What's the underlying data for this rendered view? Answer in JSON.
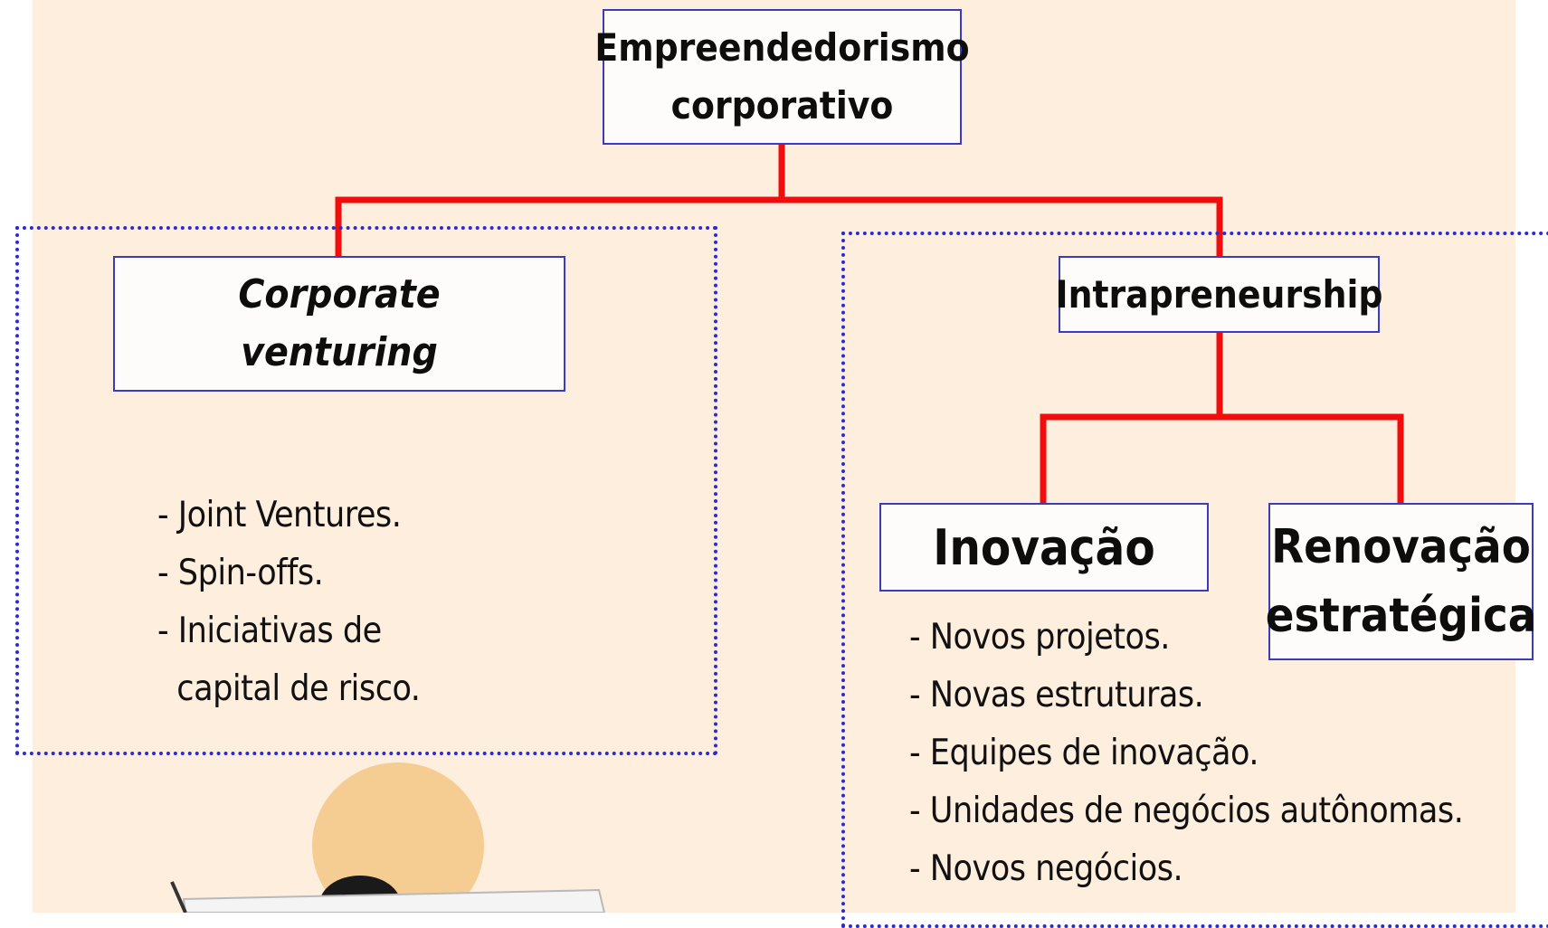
{
  "diagram": {
    "root": {
      "label_line1": "Empreendedorismo",
      "label_line2": "corporativo"
    },
    "left": {
      "label_line1": "Corporate",
      "label_line2": "venturing",
      "bullets": [
        "- Joint Ventures.",
        "- Spin-offs.",
        "- Iniciativas de",
        "  capital de risco."
      ]
    },
    "right": {
      "label": "Intrapreneurship",
      "inovacao": {
        "label": "Inovação",
        "bullets": [
          "- Novos projetos.",
          "- Novas estruturas.",
          "- Equipes de inovação.",
          "- Unidades de negócios autônomas.",
          "- Novos negócios."
        ]
      },
      "renovacao": {
        "label_line1": "Renovação",
        "label_line2": "estratégica"
      }
    }
  },
  "colors": {
    "connector": "#f20d0d",
    "box_border": "#3b3bbf",
    "dotted_border": "#2a2ad6",
    "background": "#fdeede"
  },
  "icons": {
    "clipart": "person-reading-newspaper-icon"
  }
}
